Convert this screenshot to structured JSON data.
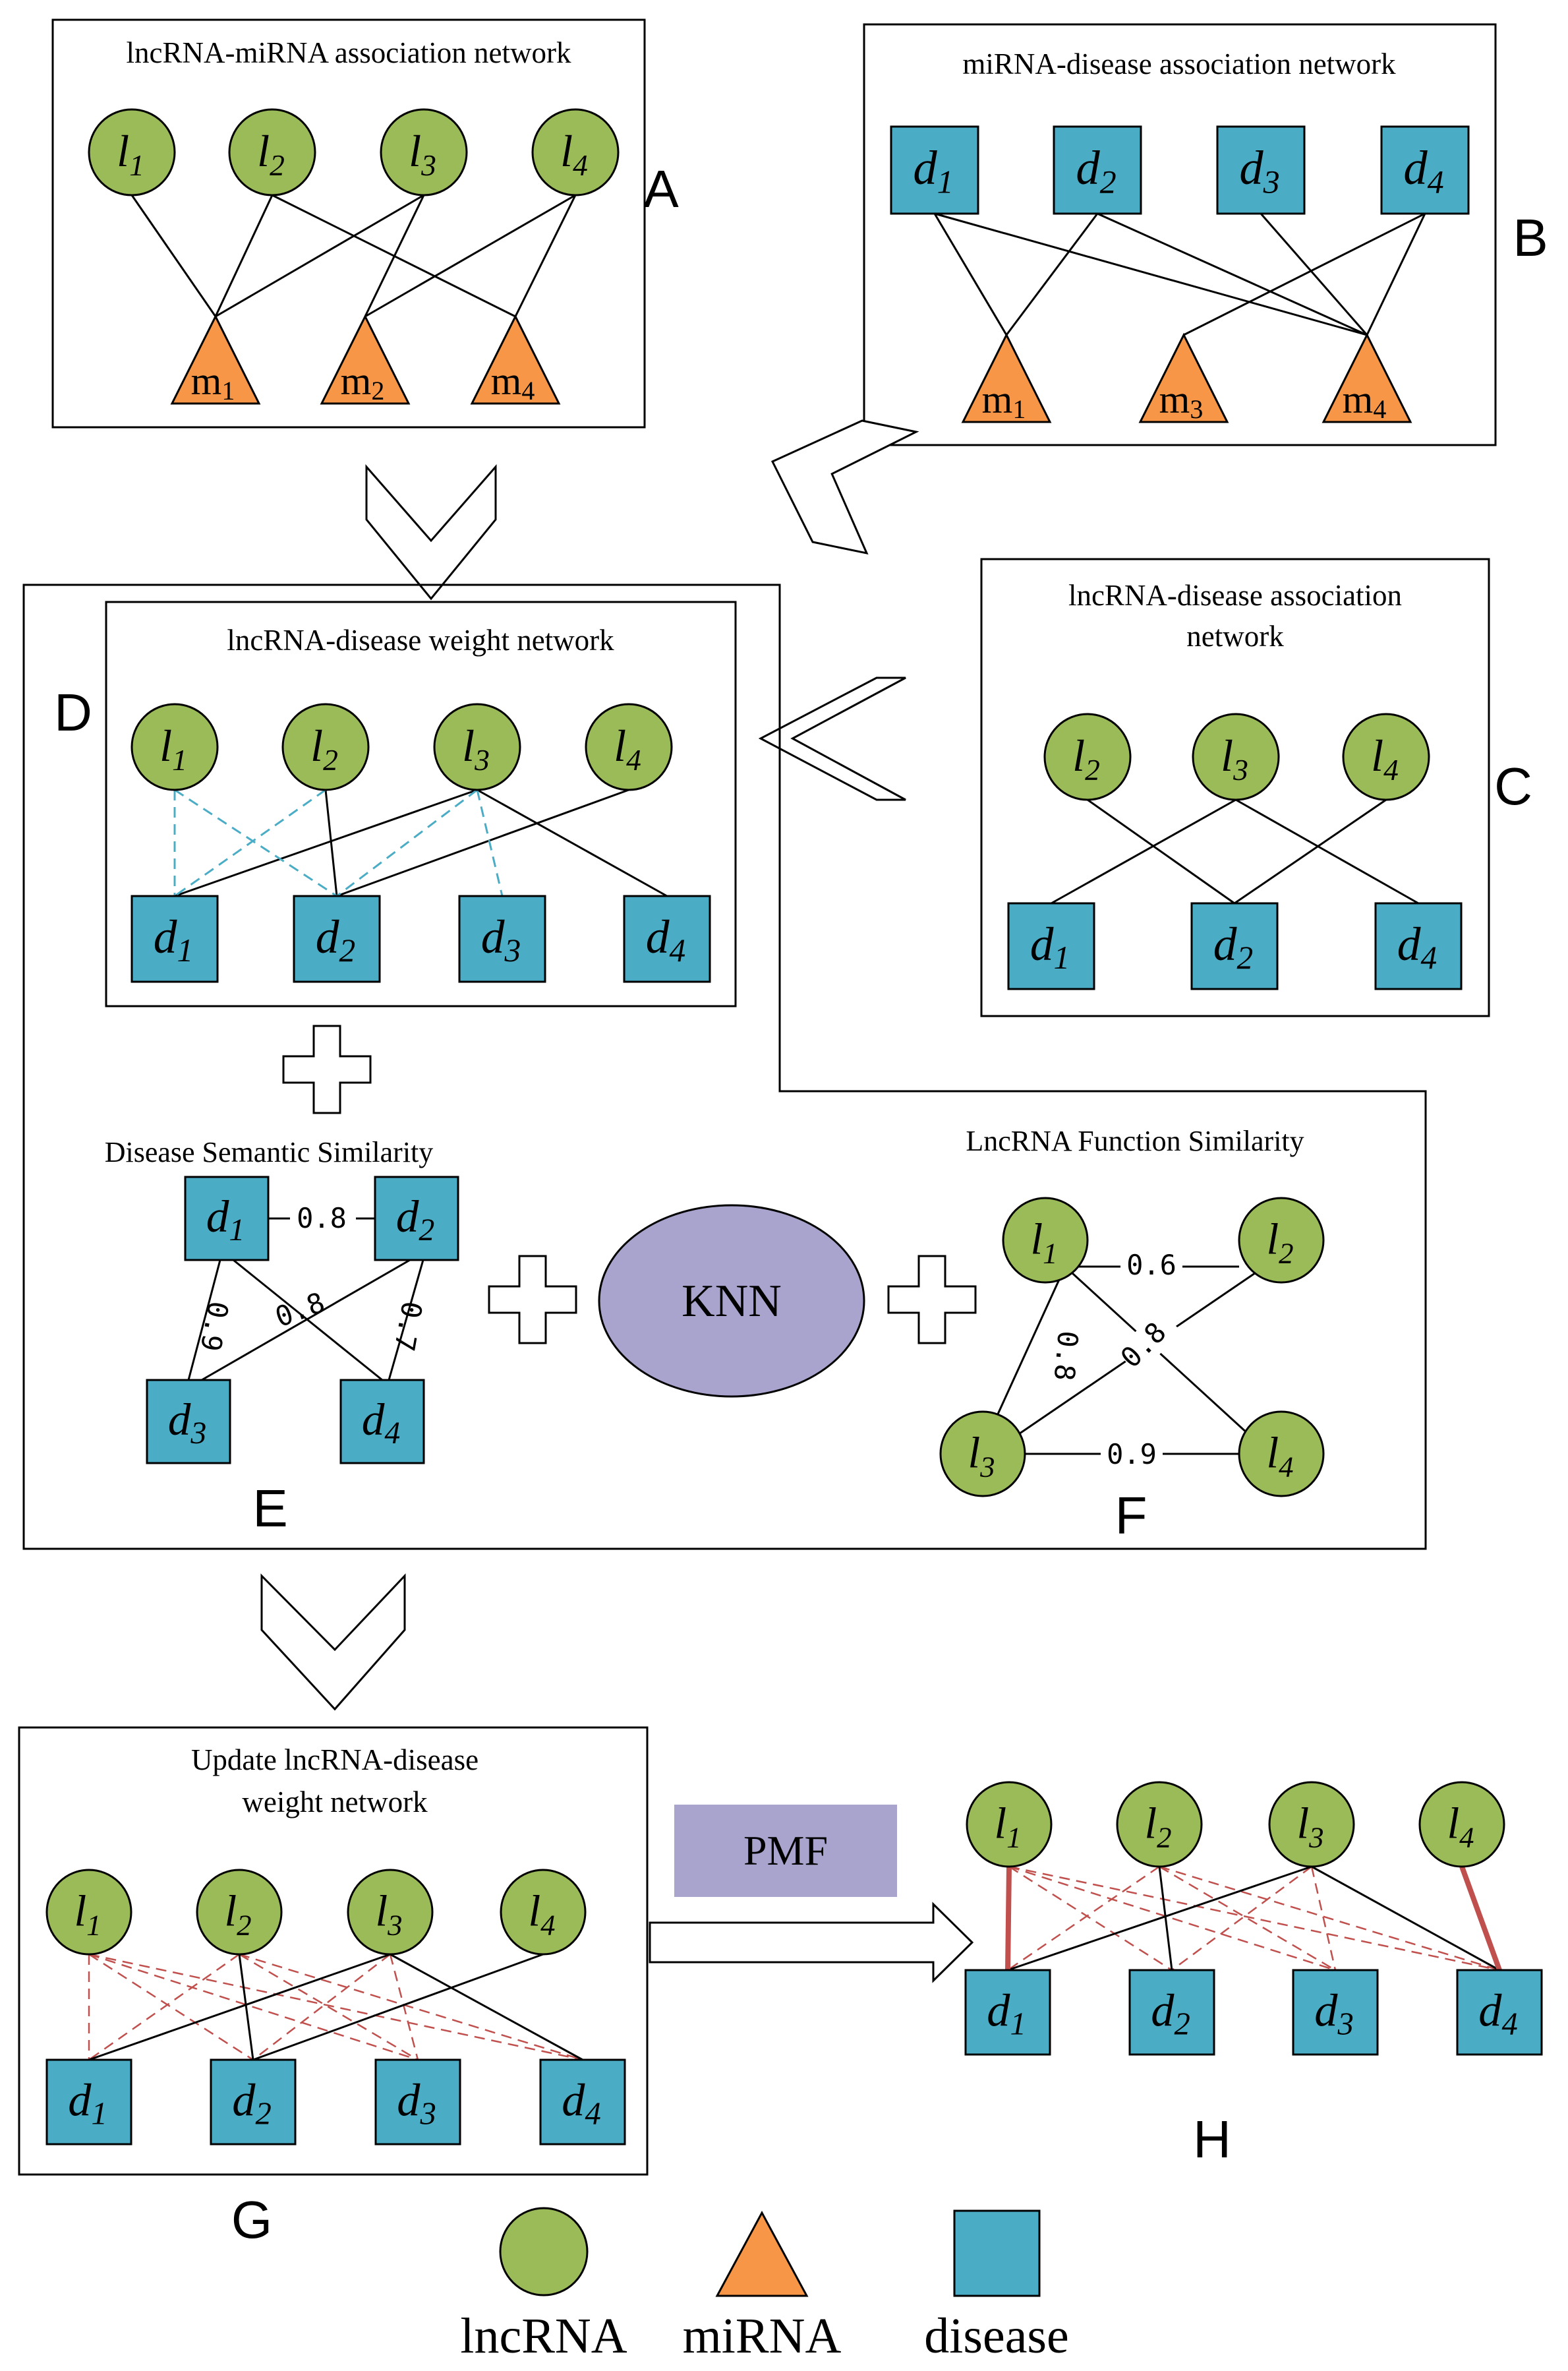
{
  "colors": {
    "lncrna": "#9bbb59",
    "mirna": "#f79646",
    "disease": "#4bacc6",
    "algorithm_box": "#a9a4cd",
    "dashed_blue": "#4bacc6",
    "dashed_red": "#c0504d",
    "outline": "#000000"
  },
  "icons": {
    "lncrna": "green-circle",
    "mirna": "orange-triangle",
    "disease": "blue-square",
    "flow_arrow": "hollow-chevron",
    "combine": "hollow-plus"
  },
  "panels": {
    "A": {
      "title": "lncRNA-miRNA association network",
      "letter": "A"
    },
    "B": {
      "title": "miRNA-disease association network",
      "letter": "B"
    },
    "C": {
      "title_line1": "lncRNA-disease association",
      "title_line2": "network",
      "letter": "C"
    },
    "D": {
      "title": "lncRNA-disease weight network",
      "letter": "D"
    },
    "E": {
      "title": "Disease Semantic Similarity",
      "letter": "E"
    },
    "F": {
      "title": "LncRNA Function Similarity",
      "letter": "F"
    },
    "G": {
      "title_line1": "Update lncRNA-disease",
      "title_line2": "weight network",
      "letter": "G"
    },
    "H": {
      "letter": "H"
    }
  },
  "algorithms": {
    "knn": "KNN",
    "pmf": "PMF"
  },
  "similarity_values": {
    "d1_d2": "0.8",
    "d1_d3": "0.9",
    "d1_d4": "0.8",
    "d2_d4": "0.7",
    "l1_l2": "0.6",
    "l1_l3": "0.8",
    "l2_l3": "0.8",
    "l3_l4": "0.9"
  },
  "legend": {
    "lncrna": "lncRNA",
    "mirna": "miRNA",
    "disease": "disease"
  }
}
